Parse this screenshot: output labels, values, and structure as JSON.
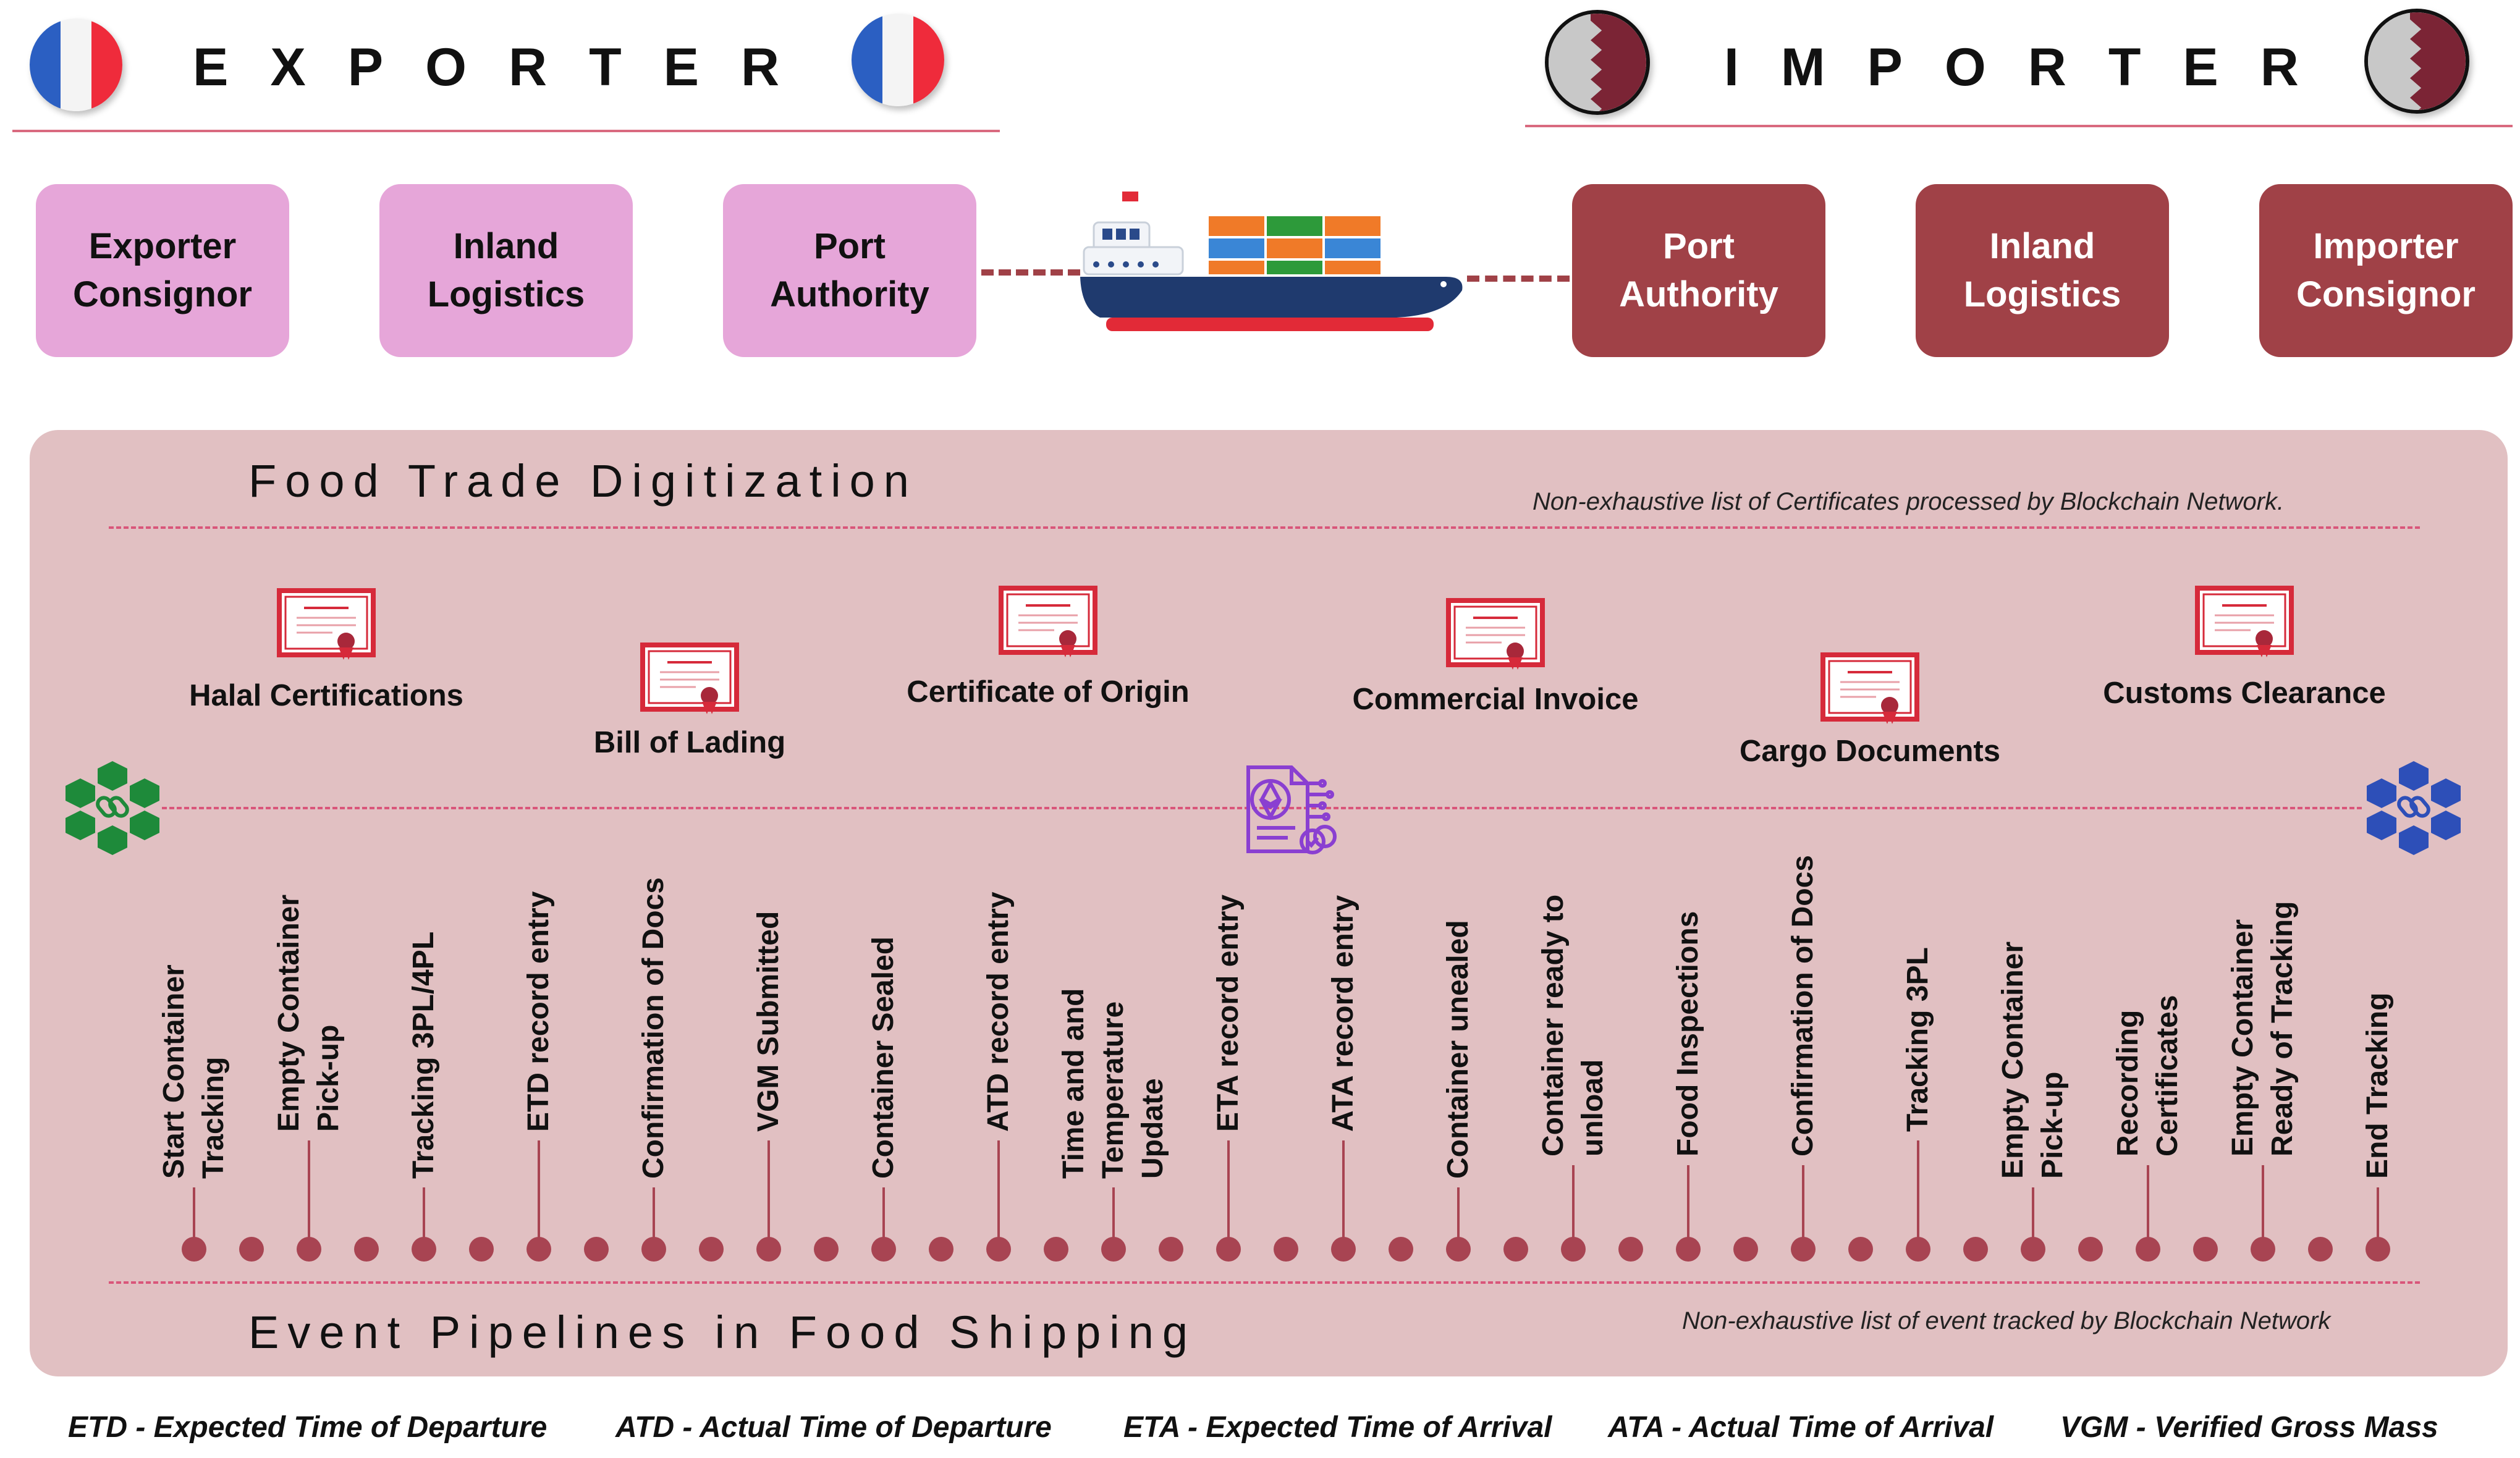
{
  "exporter": {
    "title": "EXPORTER"
  },
  "importer": {
    "title": "IMPORTER"
  },
  "actors": {
    "exporter_consignor": [
      "Exporter",
      "Consignor"
    ],
    "exporter_inland": [
      "Inland",
      "Logistics"
    ],
    "exporter_port": [
      "Port",
      "Authority"
    ],
    "importer_port": [
      "Port",
      "Authority"
    ],
    "importer_inland": [
      "Inland",
      "Logistics"
    ],
    "importer_consignor": [
      "Importer",
      "Consignor"
    ]
  },
  "digitization": {
    "title": "Food Trade Digitization",
    "note": "Non-exhaustive list of  Certificates processed by Blockchain Network.",
    "certificates": [
      "Halal Certifications",
      "Bill of Lading",
      "Certificate of Origin",
      "Commercial Invoice",
      "Cargo Documents",
      "Customs Clearance"
    ]
  },
  "pipeline": {
    "title": "Event Pipelines in Food Shipping",
    "note": "Non-exhaustive list of  event tracked by Blockchain Network",
    "events": [
      [
        "Start Container",
        "Tracking"
      ],
      [
        "Empty Container",
        "Pick-up"
      ],
      [
        "Tracking 3PL/4PL"
      ],
      [
        "ETD record entry"
      ],
      [
        "Confirmation of Docs"
      ],
      [
        "VGM Submitted"
      ],
      [
        "Container Sealed"
      ],
      [
        "ATD record entry"
      ],
      [
        "Time and and",
        "Temperature",
        "Update"
      ],
      [
        "ETA record entry"
      ],
      [
        "ATA record entry"
      ],
      [
        "Container unealed"
      ],
      [
        "Container ready to",
        "unload"
      ],
      [
        "Food Inspections"
      ],
      [
        "Confirmation of Docs"
      ],
      [
        "Tracking 3PL"
      ],
      [
        "Empty Container",
        "Pick-up"
      ],
      [
        "Recording",
        "Certificates"
      ],
      [
        "Empty Container",
        "Ready of Tracking"
      ],
      [
        "End Tracking"
      ]
    ]
  },
  "legend": [
    "ETD - Expected Time of Departure",
    "ATD - Actual Time of Departure",
    "ETA - Expected Time of Arrival",
    "ATA - Actual Time of Arrival",
    "VGM - Verified Gross Mass"
  ],
  "colors": {
    "exporter_box": "#e6a6d9",
    "importer_box": "#a04147",
    "panel": "#e1c0c2",
    "dash": "#d9567a",
    "pipeline_dot": "#a84452",
    "network_left": "#1e8a3a",
    "network_right": "#2d4fb8",
    "doc_icon": "#8a3fd1"
  },
  "icons": {
    "exporter_flag": "france-flag-icon",
    "importer_flag": "qatar-flag-icon",
    "ship": "container-ship-icon",
    "certificate": "certificate-icon",
    "network_left": "blockchain-network-icon",
    "network_right": "blockchain-network-icon",
    "smart_contract": "ethereum-document-icon"
  }
}
